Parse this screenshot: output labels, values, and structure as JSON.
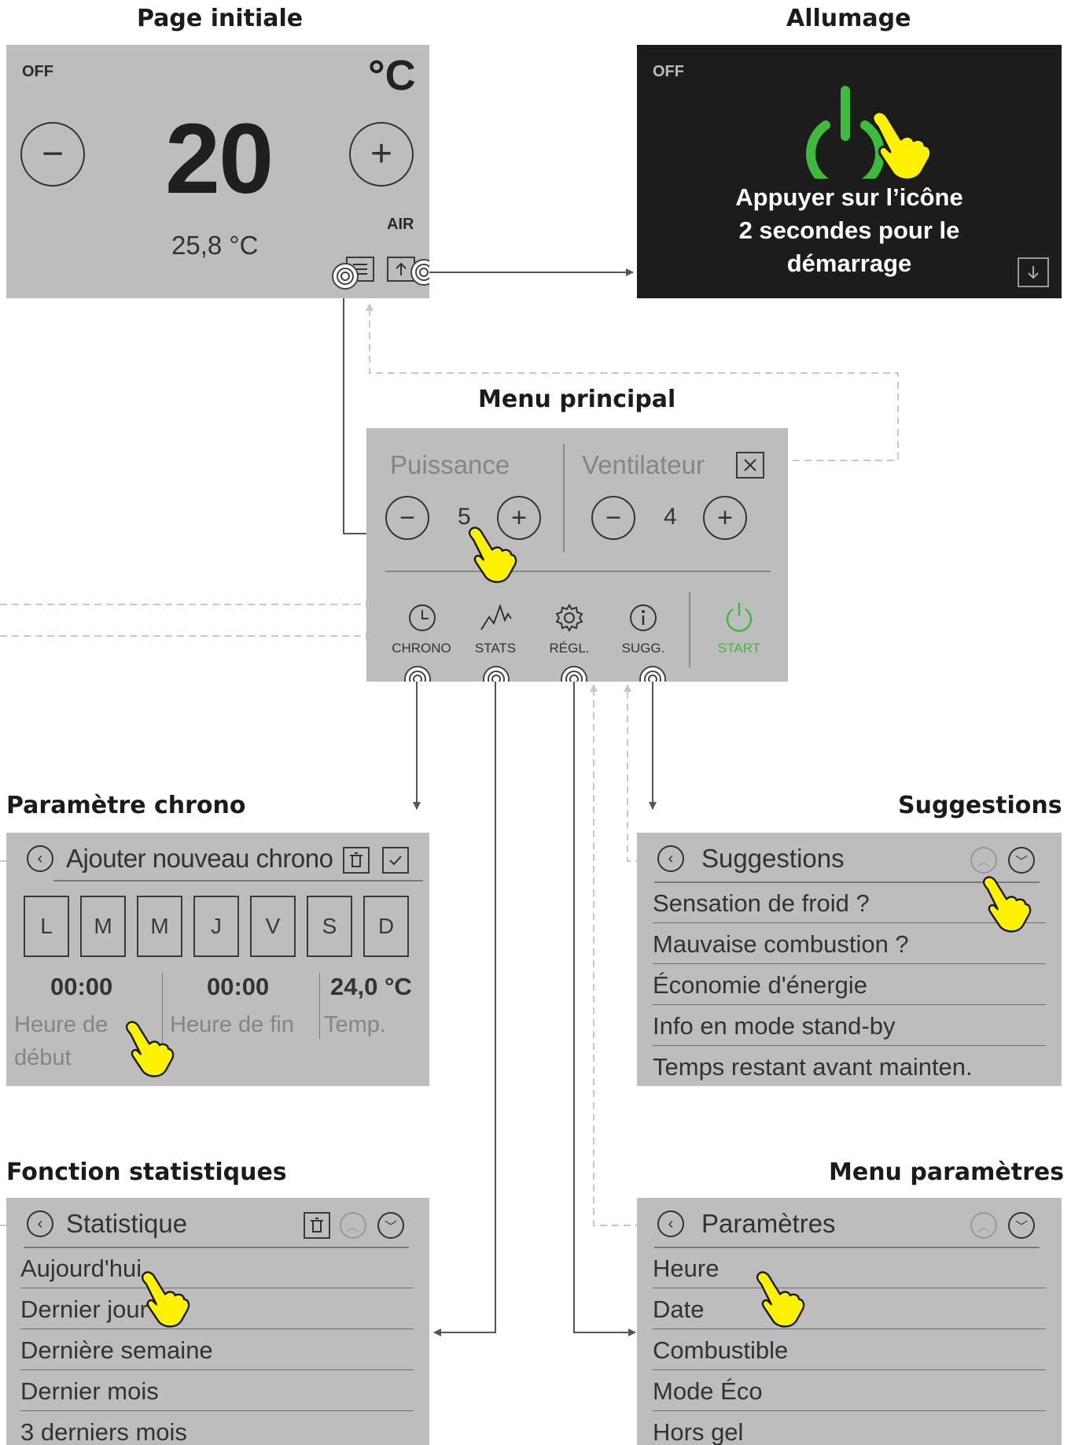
{
  "titles": {
    "home": "Page initiale",
    "power_on": "Allumage",
    "main_menu": "Menu principal",
    "chrono": "Paramètre chrono",
    "suggestions": "Suggestions",
    "stats": "Fonction statistiques",
    "settings": "Menu paramètres"
  },
  "home": {
    "status": "OFF",
    "unit": "°C",
    "setpoint": "20",
    "measured": "25,8 °C",
    "mode": "AIR"
  },
  "power_on": {
    "status": "OFF",
    "line1": "Appuyer sur l’icône",
    "line2": "2 secondes pour le",
    "line3": "démarrage"
  },
  "main_menu": {
    "power_label": "Puissance",
    "power_value": "5",
    "fan_label": "Ventilateur",
    "fan_value": "4",
    "buttons": [
      "CHRONO",
      "STATS",
      "RÉGL.",
      "SUGG.",
      "START"
    ]
  },
  "chrono": {
    "header": "Ajouter nouveau chrono",
    "days": [
      "L",
      "M",
      "M",
      "J",
      "V",
      "S",
      "D"
    ],
    "start_time": "00:00",
    "end_time": "00:00",
    "temperature": "24,0 °C",
    "start_label_1": "Heure de",
    "start_label_2": "début",
    "end_label": "Heure de fin",
    "temp_label": "Temp."
  },
  "suggestions": {
    "header": "Suggestions",
    "items": [
      "Sensation de froid ?",
      "Mauvaise combustion ?",
      "Économie d'énergie",
      "Info en mode stand-by",
      "Temps restant avant mainten."
    ]
  },
  "stats": {
    "header": "Statistique",
    "items": [
      "Aujourd'hui",
      "Dernier jour",
      "Dernière semaine",
      "Dernier mois",
      "3 derniers mois"
    ]
  },
  "settings": {
    "header": "Paramètres",
    "items": [
      "Heure",
      "Date",
      "Combustible",
      "Mode Éco",
      "Hors gel"
    ]
  },
  "colors": {
    "panel": "#bdbdbd",
    "dark_panel": "#1c1c1c",
    "power_green": "#3dbb3d",
    "hand_yellow": "#fff200",
    "dashed_line": "#c8c8c8",
    "arrow_line": "#555555"
  },
  "icons": [
    "minus-icon",
    "plus-icon",
    "menu-icon",
    "arrow-up-icon",
    "power-icon",
    "arrow-down-icon",
    "close-icon",
    "clock-icon",
    "stats-icon",
    "gear-icon",
    "info-icon",
    "back-icon",
    "trash-icon",
    "check-icon",
    "chevron-up-icon",
    "chevron-down-icon",
    "tap-indicator-icon",
    "pointing-hand-icon"
  ]
}
